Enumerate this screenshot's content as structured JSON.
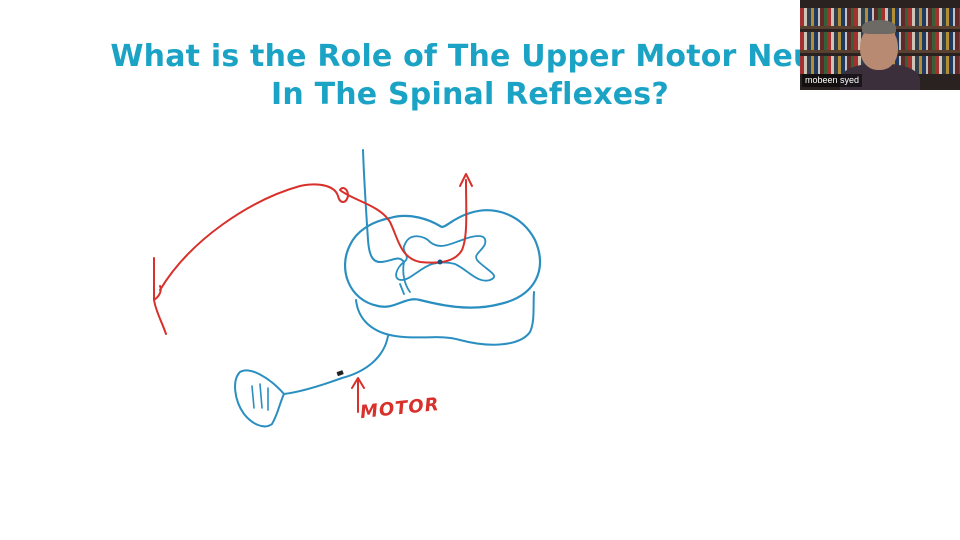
{
  "slide": {
    "title_line1": "What is the Role of The Upper Motor Neur",
    "title_line2": "In The Spinal Reflexes?",
    "title_color": "#1ba3c6",
    "drawing": {
      "annotation_label": "MOTOR",
      "ink_colors": {
        "blue": "#2a8fc0",
        "red": "#d8302a"
      }
    }
  },
  "video_tile": {
    "participant_name": "mobeen syed"
  }
}
